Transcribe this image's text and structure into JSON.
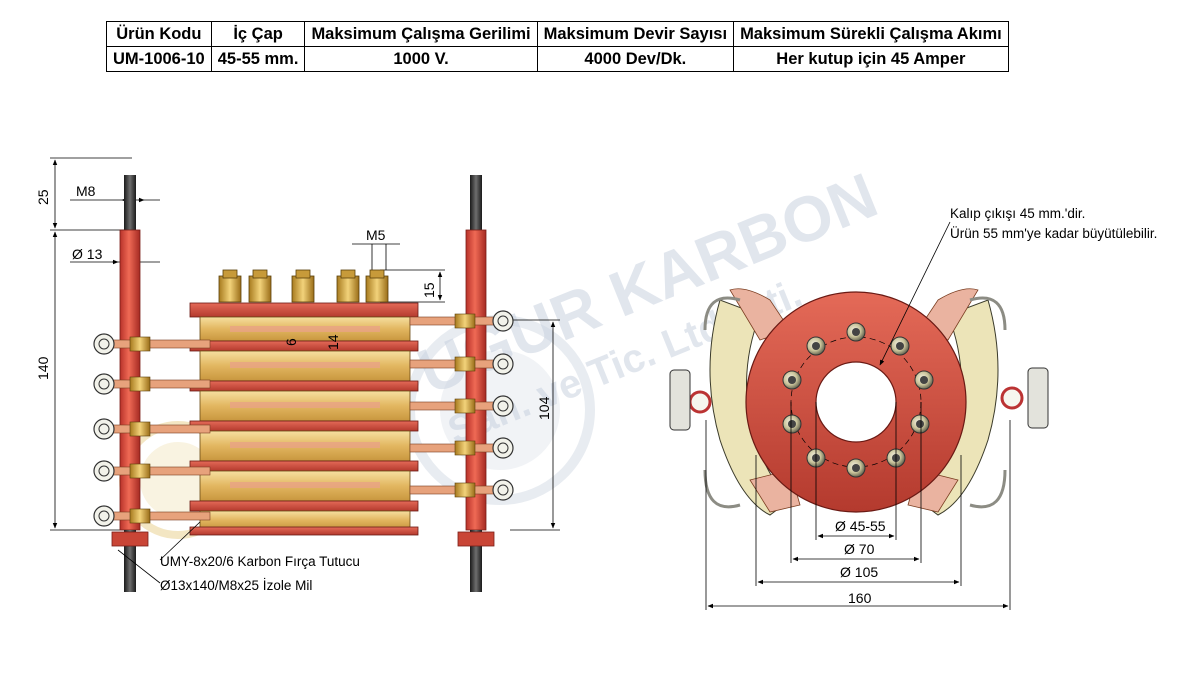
{
  "spec_table": {
    "headers": [
      "Ürün Kodu",
      "İç Çap",
      "Maksimum Çalışma Gerilimi",
      "Maksimum Devir Sayısı",
      "Maksimum Sürekli Çalışma Akımı"
    ],
    "row": [
      "UM-1006-10",
      "45-55 mm.",
      "1000 V.",
      "4000 Dev/Dk.",
      "Her kutup için 45 Amper"
    ]
  },
  "side_view": {
    "dim_25": "25",
    "dim_m8": "M8",
    "dim_d13": "Ø 13",
    "dim_140": "140",
    "dim_m5": "M5",
    "dim_15": "15",
    "dim_6": "6",
    "dim_14": "14",
    "dim_104": "104",
    "caption_brush": "UMY-8x20/6 Karbon Fırça Tutucu",
    "caption_rod": "Ø13x140/M8x25 İzole Mil"
  },
  "front_view": {
    "note_line1": "Kalıp çıkışı 45 mm.'dir.",
    "note_line2": "Ürün 55 mm'ye kadar büyütülebilir.",
    "dim_inner": "Ø 45-55",
    "dim_70": "Ø 70",
    "dim_105": "Ø 105",
    "dim_160": "160"
  },
  "watermark": {
    "line1": "UĞUR KARBON",
    "line2": "San. ve Tic. Ltd. Şti."
  },
  "colors": {
    "red": "#d94b3b",
    "gold": "#e9c477",
    "copper": "#e8a386",
    "cream": "#ece4b8"
  }
}
